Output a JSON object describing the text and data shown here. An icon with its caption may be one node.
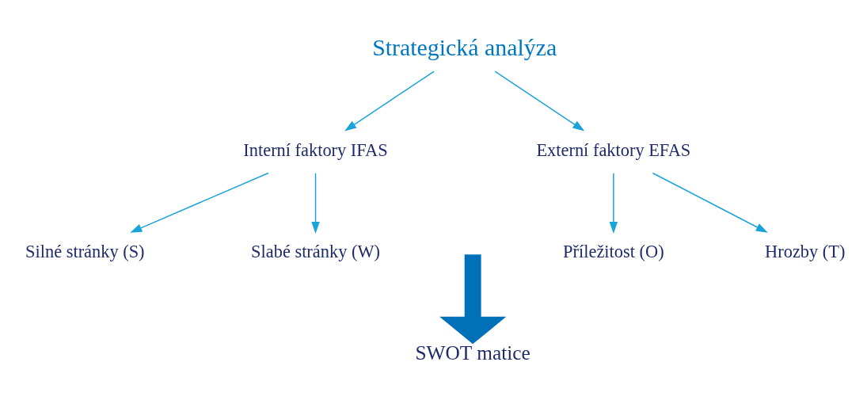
{
  "diagram": {
    "nodes": [
      {
        "text": [
          "Strategická analýza"
        ]
      },
      {
        "text": [
          "Interní faktory IFAS"
        ]
      },
      {
        "text": [
          "Externí faktory EFAS"
        ]
      },
      {
        "text": [
          "Silné stránky (S)"
        ]
      },
      {
        "text": [
          "Slabé stránky (W)"
        ]
      },
      {
        "text": [
          "Příležitost (O)"
        ]
      },
      {
        "text": [
          "Hrozby (T)"
        ]
      },
      {
        "text": [
          "SWOT matice"
        ]
      }
    ],
    "edges": [
      {
        "from": 0,
        "to": 1,
        "arrow": "to"
      },
      {
        "from": 0,
        "to": 2,
        "arrow": "to"
      },
      {
        "from": 1,
        "to": 3,
        "arrow": "to"
      },
      {
        "from": 1,
        "to": 4,
        "arrow": "to"
      },
      {
        "from": 2,
        "to": 5,
        "arrow": "to"
      },
      {
        "from": 2,
        "to": 6,
        "arrow": "to"
      },
      {
        "from": null,
        "to": 7,
        "arrow": "to",
        "style": "thick",
        "color": "#0070b8"
      }
    ]
  }
}
